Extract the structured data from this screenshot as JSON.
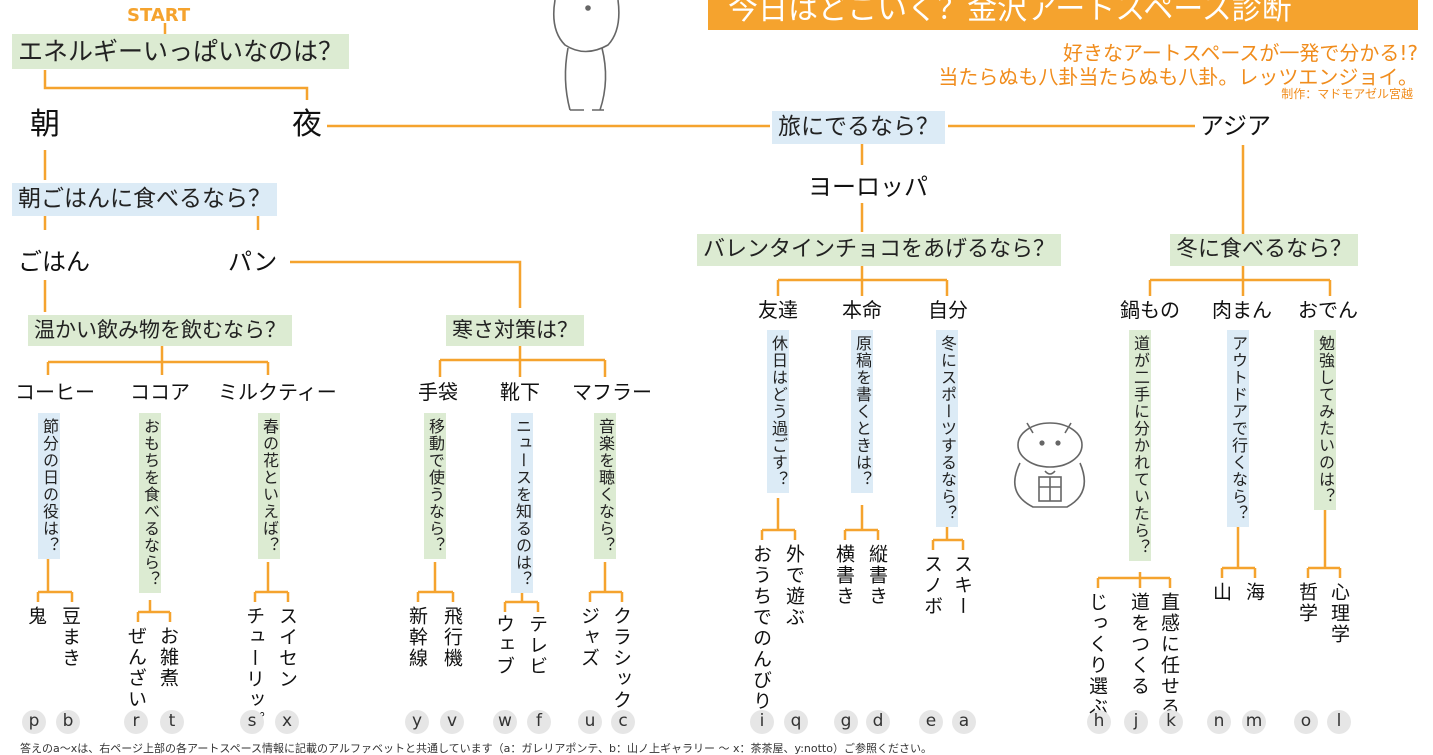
{
  "header": {
    "title": "今日はどこいく？金沢アートスペース診断",
    "subtitle1": "好きなアートスペースが一発で分かる!?",
    "subtitle2": "当たらぬも八卦当たらぬも八卦。レッツエンジョイ。",
    "credit": "制作：マドモアゼル宮越"
  },
  "start_label": "START",
  "q_energy": "エネルギーいっぱいなのは？",
  "opt_morning": "朝",
  "opt_night": "夜",
  "q_travel": "旅にでるなら？",
  "opt_asia": "アジア",
  "opt_europe": "ヨーロッパ",
  "q_breakfast": "朝ごはんに食べるなら？",
  "opt_rice": "ごはん",
  "opt_bread": "パン",
  "q_valentine": "バレンタインチョコをあげるなら？",
  "q_winter_food": "冬に食べるなら？",
  "q_warm_drink": "温かい飲み物を飲むなら？",
  "q_cold": "寒さ対策は？",
  "opt_friend": "友達",
  "opt_honmei": "本命",
  "opt_self": "自分",
  "opt_nabe": "鍋もの",
  "opt_nikuman": "肉まん",
  "opt_oden": "おでん",
  "opt_coffee": "コーヒー",
  "opt_cocoa": "ココア",
  "opt_milktea": "ミルクティー",
  "opt_gloves": "手袋",
  "opt_socks": "靴下",
  "opt_muffler": "マフラー",
  "vq": {
    "setsubun": "節分の日の役は？",
    "mochi": "おもちを食べるなら？",
    "spring": "春の花といえば？",
    "move": "移動で使うなら？",
    "news": "ニュースを知るのは？",
    "music": "音楽を聴くなら？",
    "holiday": "休日はどう過ごす？",
    "manuscript": "原稿を書くときは？",
    "sports": "冬にスポーツするなら？",
    "fork": "道が二手に分かれていたら？",
    "outdoor": "アウトドアで行くなら？",
    "study": "勉強してみたいのは？"
  },
  "answers": {
    "oni": "鬼",
    "mamemaki": "豆まき",
    "zenzai": "ぜんざい",
    "ozouni": "お雑煮",
    "tulip": "チューリップ",
    "suisen": "スイセン",
    "shinkansen": "新幹線",
    "airplane": "飛行機",
    "web": "ウェブ",
    "tv": "テレビ",
    "jazz": "ジャズ",
    "classic": "クラシック",
    "home": "おうちでのんびり",
    "outside": "外で遊ぶ",
    "yokogaki": "横書き",
    "tategaki": "縦書き",
    "snowboard": "スノボ",
    "ski": "スキー",
    "choose": "じっくり選ぶ",
    "make_road": "道をつくる",
    "intuition": "直感に任せる",
    "mountain": "山",
    "sea": "海",
    "philosophy": "哲学",
    "psychology": "心理学"
  },
  "letters": [
    "p",
    "b",
    "r",
    "t",
    "s",
    "x",
    "y",
    "v",
    "w",
    "f",
    "u",
    "c",
    "i",
    "q",
    "g",
    "d",
    "e",
    "a",
    "h",
    "j",
    "k",
    "n",
    "m",
    "o",
    "l"
  ],
  "footer": "答えのa〜xは、右ページ上部の各アートスペース情報に記載のアルファベットと共通しています（a：ガレリアポンテ、b：山ノ上ギャラリー 〜 x：茶茶屋、y:notto）ご参照ください。",
  "colors": {
    "line": "#f5a32e",
    "green_box": "#dcebd2",
    "blue_box": "#dcebf6",
    "accent": "#f08c1c"
  }
}
